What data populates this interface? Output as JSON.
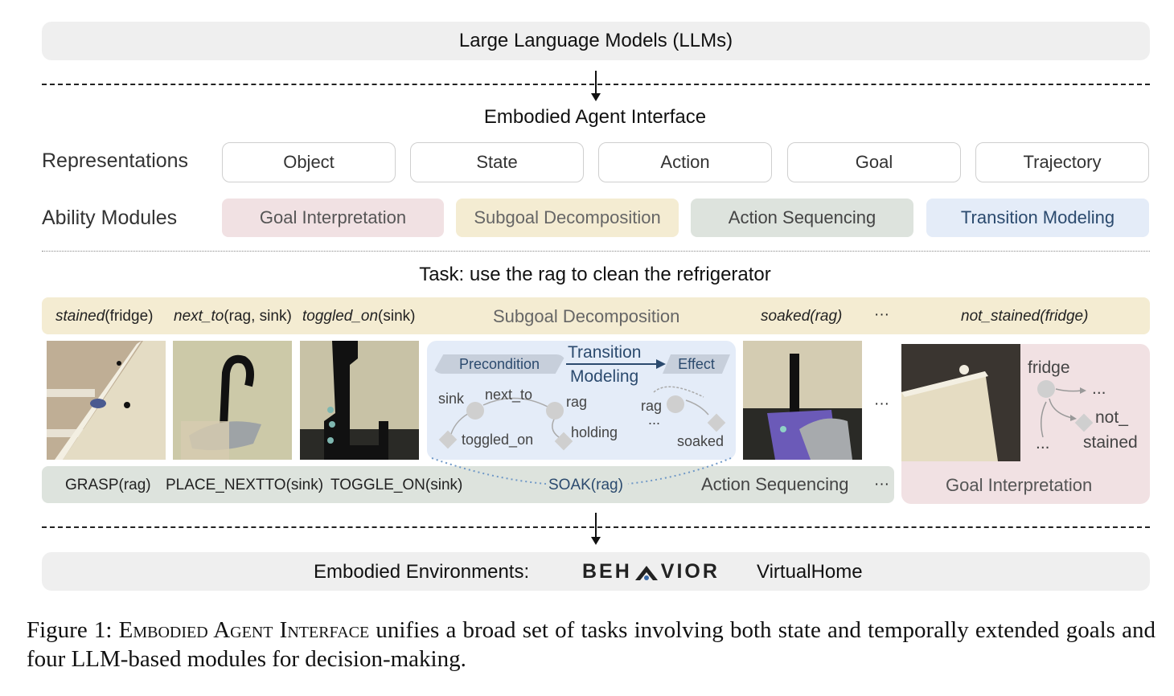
{
  "llm_bar": {
    "label": "Large Language Models (LLMs)"
  },
  "interface": {
    "title": "Embodied Agent Interface"
  },
  "representations": {
    "label": "Representations",
    "items": [
      "Object",
      "State",
      "Action",
      "Goal",
      "Trajectory"
    ]
  },
  "modules": {
    "label": "Ability Modules",
    "items": [
      {
        "name": "Goal Interpretation",
        "bg": "#f1e1e3",
        "fg": "#555"
      },
      {
        "name": "Subgoal Decomposition",
        "bg": "#f4ecd2",
        "fg": "#666"
      },
      {
        "name": "Action Sequencing",
        "bg": "#dde3dd",
        "fg": "#444"
      },
      {
        "name": "Transition Modeling",
        "bg": "#e4ecf8",
        "fg": "#2b4a6e"
      }
    ]
  },
  "task": {
    "title": "Task: use the rag to clean the refrigerator"
  },
  "subgoal_row": {
    "p1_pred": "stained",
    "p1_arg": "(fridge)",
    "p2_pred": "next_to",
    "p2_arg": "(rag, sink)",
    "p3_pred": "toggled_on",
    "p3_arg": "(sink)",
    "center_label": "Subgoal Decomposition",
    "p4": "soaked(rag)",
    "ellipsis": "···",
    "p5": "not_stained(fridge)"
  },
  "transition": {
    "precondition": "Precondition",
    "title_line1": "Transition",
    "title_line2": "Modeling",
    "effect": "Effect",
    "sink": "sink",
    "next_to": "next_to",
    "rag1": "rag",
    "holding": "holding",
    "toggled_on": "toggled_on",
    "rag2": "rag",
    "dots": "...",
    "soaked": "soaked"
  },
  "goal_graph": {
    "fridge": "fridge",
    "dots1": "...",
    "not_line1": "not_",
    "not_line2": "stained",
    "dots2": "..."
  },
  "action_row": {
    "a1": "GRASP(rag)",
    "a2": "PLACE_NEXTTO(sink)",
    "a3": "TOGGLE_ON(sink)",
    "a4": "SOAK(rag)",
    "label": "Action Sequencing",
    "ellipsis": "···",
    "goal_label": "Goal Interpretation",
    "mid_ellipsis": "···"
  },
  "environments": {
    "label": "Embodied Environments:",
    "behavior_a": "BEH",
    "behavior_b": "VIOR",
    "virtualhome": "VirtualHome"
  },
  "caption": {
    "prefix": "Figure 1: ",
    "name": "Embodied Agent Interface",
    "text": " unifies a broad set of tasks involving both state and temporally extended goals and four LLM-based modules for decision-making."
  },
  "colors": {
    "gray_bar": "#efefef",
    "subgoal_bg": "#f4ecd2",
    "action_bg": "#dde3dd",
    "goal_bg": "#f1e1e3",
    "transition_bg": "#e4ecf8",
    "transition_fg": "#2b4a6e"
  }
}
